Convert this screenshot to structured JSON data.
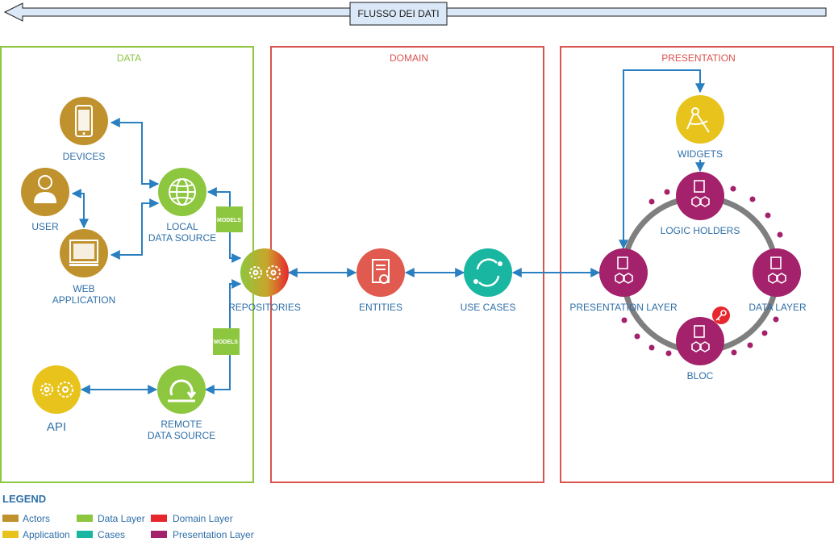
{
  "flow": {
    "label": "FLUSSO DEI DATI"
  },
  "sections": {
    "data": {
      "title": "DATA",
      "color": "#8dc63f"
    },
    "domain": {
      "title": "DOMAIN",
      "color": "#d9534f"
    },
    "presentation": {
      "title": "PRESENTATION",
      "color": "#d9534f"
    }
  },
  "nodes": {
    "devices": {
      "label": "DEVICES",
      "icon": "smartphone-icon"
    },
    "user": {
      "label": "USER",
      "icon": "user-icon"
    },
    "web_app": {
      "line1": "WEB",
      "line2": "APPLICATION",
      "icon": "monitor-icon"
    },
    "local_ds": {
      "line1": "LOCAL",
      "line2": "DATA SOURCE",
      "icon": "globe-icon"
    },
    "api": {
      "label": "API",
      "icon": "gears-icon"
    },
    "remote_ds": {
      "line1": "REMOTE",
      "line2": "DATA SOURCE",
      "icon": "sync-icon"
    },
    "repositories": {
      "label": "REPOSITORIES",
      "icon": "gears-icon"
    },
    "entities": {
      "label": "ENTITIES",
      "icon": "certificate-icon"
    },
    "use_cases": {
      "label": "USE CASES",
      "icon": "user-sync-icon"
    },
    "widgets": {
      "label": "WIDGETS",
      "icon": "compass-icon"
    },
    "logic_holders": {
      "label": "LOGIC HOLDERS",
      "icon": "module-icon"
    },
    "presentation_layer": {
      "label": "PRESENTATION LAYER",
      "icon": "module-icon"
    },
    "data_layer": {
      "label": "DATA LAYER",
      "icon": "module-icon"
    },
    "bloc": {
      "label": "BLOC",
      "icon": "module-icon"
    }
  },
  "models_tags": {
    "top": "MODELS",
    "bottom": "MODELS"
  },
  "legend": {
    "title": "LEGEND",
    "items": [
      {
        "label": "Actors",
        "color": "#c0922e"
      },
      {
        "label": "Data Layer",
        "color": "#8dc63f"
      },
      {
        "label": "Domain Layer",
        "color": "#e8262e"
      },
      {
        "label": "Application",
        "color": "#e8c31b"
      },
      {
        "label": "Cases",
        "color": "#19b7a1"
      },
      {
        "label": "Presentation Layer",
        "color": "#a4216b"
      }
    ]
  },
  "colors": {
    "actor": "#c0922e",
    "data": "#8dc63f",
    "domain": "#e05a4f",
    "application": "#e8c31b",
    "cases": "#19b7a1",
    "presentation": "#a4216b",
    "arrow": "#2a7fc1",
    "ring": "#7f7f7f"
  }
}
